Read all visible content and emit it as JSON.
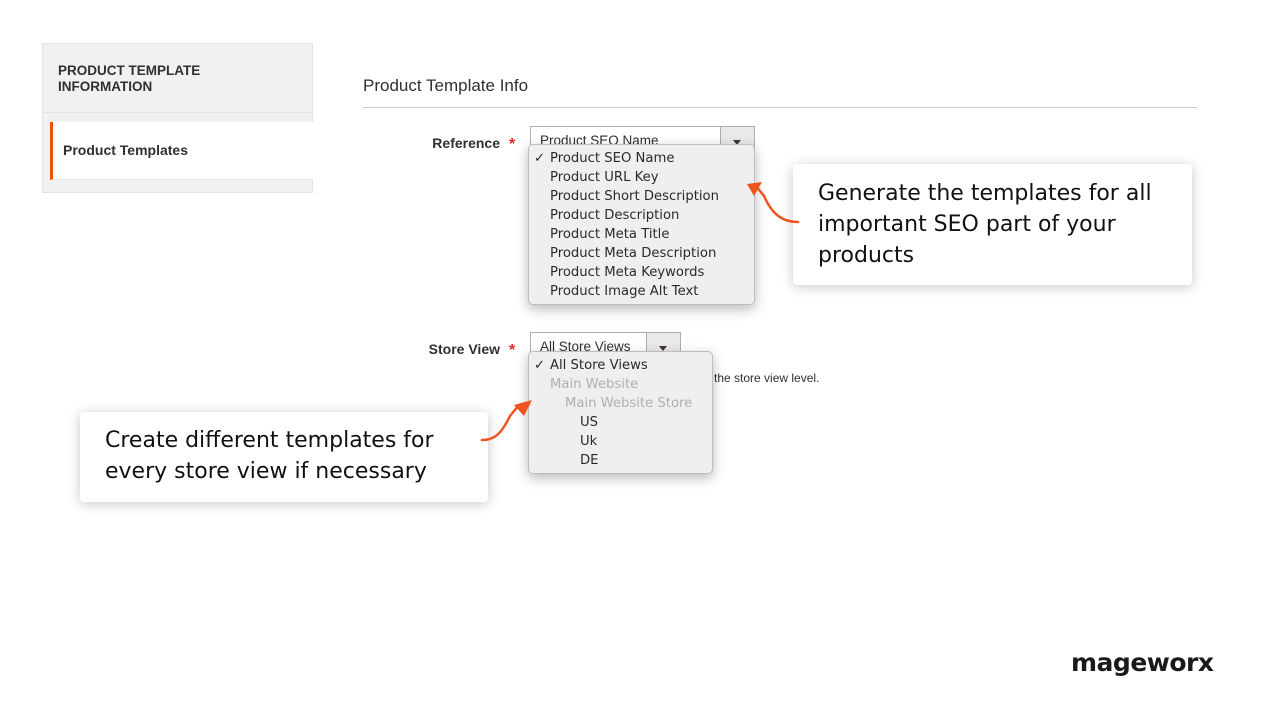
{
  "sidebar": {
    "title": "PRODUCT TEMPLATE INFORMATION",
    "items": [
      {
        "label": "Product Templates"
      }
    ]
  },
  "section": {
    "title": "Product Template Info"
  },
  "reference": {
    "label": "Reference",
    "selected": "Product SEO Name",
    "options": [
      {
        "label": "Product SEO Name",
        "checked": true
      },
      {
        "label": "Product URL Key"
      },
      {
        "label": "Product Short Description"
      },
      {
        "label": "Product Description"
      },
      {
        "label": "Product Meta Title"
      },
      {
        "label": "Product Meta Description"
      },
      {
        "label": "Product Meta Keywords"
      },
      {
        "label": "Product Image Alt Text"
      }
    ]
  },
  "store_view": {
    "label": "Store View",
    "selected": "All Store Views",
    "note": "the store view level.",
    "options": [
      {
        "label": "All Store Views",
        "checked": true
      },
      {
        "label": "Main Website",
        "disabled": true
      },
      {
        "label": "Main Website Store",
        "disabled": true
      },
      {
        "label": "US"
      },
      {
        "label": "Uk"
      },
      {
        "label": "DE"
      }
    ]
  },
  "callouts": {
    "seo": "Generate the templates for all important SEO part of your products",
    "store": "Create different templates for every store view if necessary"
  },
  "brand": {
    "logo": "mageworx"
  },
  "colors": {
    "accent": "#eb5202",
    "required": "#e22626",
    "arrow": "#f0541e"
  }
}
